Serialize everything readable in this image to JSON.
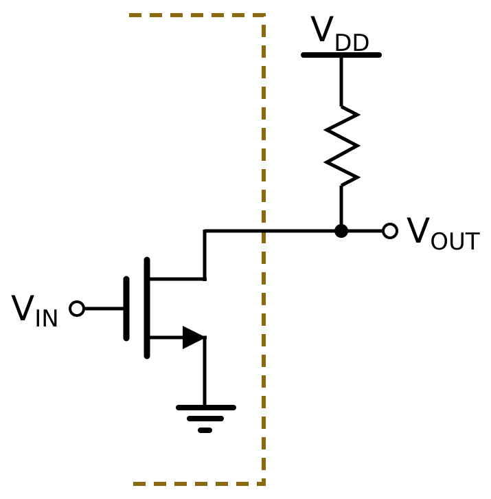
{
  "colors": {
    "wire": "#000000",
    "boundary": "#8b6914",
    "background": "#ffffff"
  },
  "labels": {
    "vdd": {
      "main": "V",
      "sub": "DD"
    },
    "vout": {
      "main": "V",
      "sub": "OUT"
    },
    "vin": {
      "main": "V",
      "sub": "IN"
    }
  },
  "components": {
    "transistor": "nmos-transistor",
    "resistor": "pull-up-resistor",
    "ground": "ground-symbol",
    "supply": "vdd-rail"
  }
}
